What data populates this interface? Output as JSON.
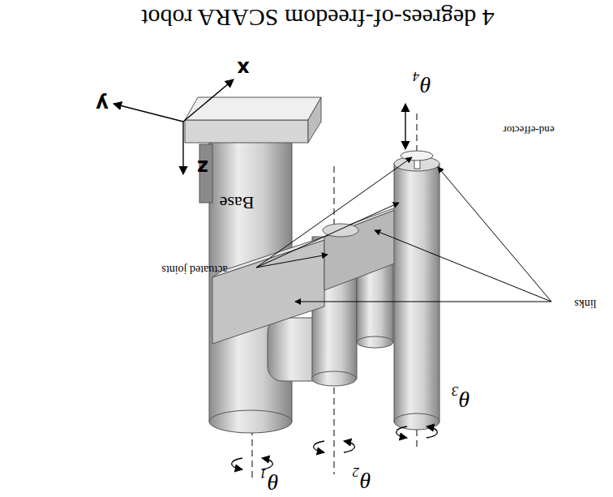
{
  "diagram": {
    "title": "4 degrees-of-freedom SCARA robot",
    "labels": [
      "x",
      "y",
      "z",
      "Base",
      "actuated joints",
      "links",
      "end-effector",
      "θ₄",
      "θ₁",
      "θ₂",
      "θ₃"
    ]
  }
}
